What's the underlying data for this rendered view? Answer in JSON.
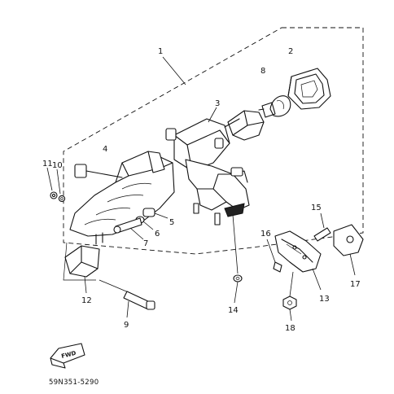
{
  "part_labels": {
    "p1": "1",
    "p2": "2",
    "p3": "3",
    "p4": "4",
    "p5": "5",
    "p6": "6",
    "p7": "7",
    "p8": "8",
    "p9": "9",
    "p10": "10",
    "p11": "11",
    "p12": "12",
    "p13": "13",
    "p14": "14",
    "p15": "15",
    "p16": "16",
    "p17": "17",
    "p18": "18"
  },
  "fwd_label": "FWD",
  "diagram_code": "59N351-5290",
  "icons": {
    "fwd_arrow": "fwd-arrow-icon"
  }
}
